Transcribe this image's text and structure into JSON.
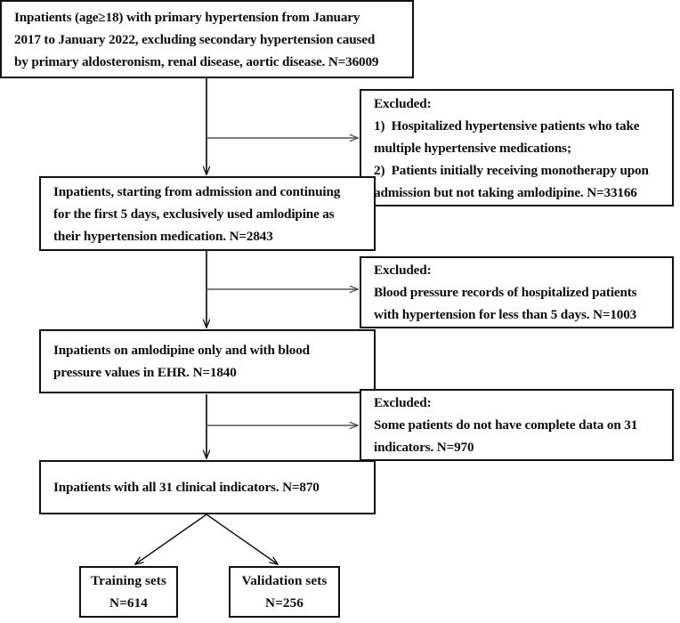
{
  "figure": {
    "type": "flowchart",
    "title": "Patient selection flow diagram",
    "stroke_color": "#111111",
    "connector_color": "#555555",
    "background": "#ffffff"
  },
  "nodes": {
    "cohort_source": {
      "name": "initial-cohort",
      "lines": [
        "Inpatients (age≥18) with primary hypertension from January",
        "2017 to January 2022, excluding secondary hypertension caused",
        "by primary aldosteronism, renal disease, aortic disease. N=36009"
      ],
      "n_label": "N=36009",
      "n_value": 36009
    },
    "excluded_1": {
      "name": "excluded-multiple-meds",
      "lines": [
        "Excluded:",
        "1)  Hospitalized hypertensive patients who take",
        "multiple hypertensive medications;",
        "2)  Patients initially receiving monotherapy upon",
        "admission but not taking amlodipine. N=33166"
      ],
      "n_label": "N=33166",
      "n_value": 33166
    },
    "amlodipine_only": {
      "name": "amlodipine-monotherapy-cohort",
      "lines": [
        "Inpatients, starting from admission and continuing",
        "for the first 5 days, exclusively used amlodipine as",
        "their hypertension medication. N=2843"
      ],
      "n_label": "N=2843",
      "n_value": 2843
    },
    "excluded_2": {
      "name": "excluded-short-bp-record",
      "lines": [
        "Excluded:",
        "Blood pressure records of hospitalized patients",
        "with hypertension for less than 5 days. N=1003"
      ],
      "n_label": "N=1003",
      "n_value": 1003
    },
    "with_bp_values": {
      "name": "amlodipine-with-bp-cohort",
      "lines": [
        "Inpatients on amlodipine only and with blood",
        "pressure values in EHR. N=1840"
      ],
      "n_label": "N=1840",
      "n_value": 1840
    },
    "excluded_3": {
      "name": "excluded-incomplete-indicators",
      "lines": [
        "Excluded:",
        "Some patients do not have complete data on 31",
        "indicators. N=970"
      ],
      "n_label": "N=970",
      "n_value": 970
    },
    "final_cohort": {
      "name": "final-analysis-cohort",
      "lines": [
        "Inpatients with all 31 clinical indicators. N=870"
      ],
      "n_label": "N=870",
      "n_value": 870
    },
    "training_set": {
      "name": "training-set",
      "lines": [
        "Training sets",
        "N=614"
      ],
      "n_label": "N=614",
      "n_value": 614
    },
    "validation_set": {
      "name": "validation-set",
      "lines": [
        "Validation sets",
        "N=256"
      ],
      "n_label": "N=256",
      "n_value": 256
    }
  }
}
